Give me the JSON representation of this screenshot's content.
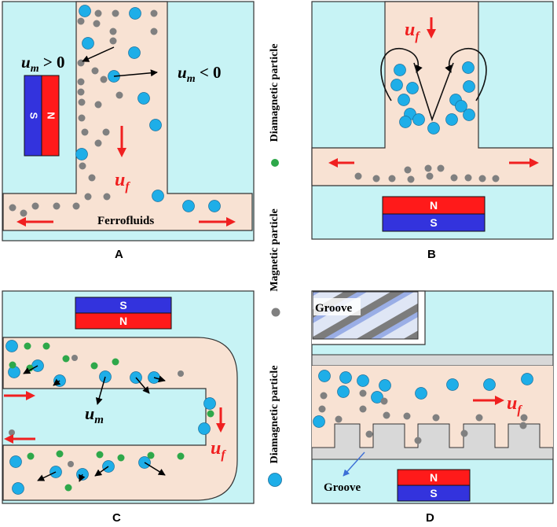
{
  "panels": {
    "A": {
      "label": "A",
      "um_pos": "u",
      "um_pos_sub": "m",
      "um_pos_rel": " > 0",
      "um_neg": "u",
      "um_neg_sub": "m",
      "um_neg_rel": " < 0",
      "magnet_s": "S",
      "magnet_n": "N",
      "uf": "u",
      "uf_sub": "f",
      "ferrofluids": "Ferrofluids"
    },
    "B": {
      "label": "B",
      "uf": "u",
      "uf_sub": "f",
      "magnet_n": "N",
      "magnet_s": "S"
    },
    "C": {
      "label": "C",
      "magnet_s": "S",
      "magnet_n": "N",
      "um": "u",
      "um_sub": "m",
      "uf": "u",
      "uf_sub": "f"
    },
    "D": {
      "label": "D",
      "groove_top": "Groove",
      "groove_bottom": "Groove",
      "uf": "u",
      "uf_sub": "f",
      "magnet_n": "N",
      "magnet_s": "S"
    }
  },
  "legend": {
    "items": [
      {
        "text": "Diamagnetic particle",
        "icon": "green-dot-icon"
      },
      {
        "text": "Magnetic particle",
        "icon": "gray-dot-icon"
      },
      {
        "text": "Diamagnetic particle",
        "icon": "blue-dot-icon"
      }
    ]
  },
  "colors": {
    "channel": "#c7f3f5",
    "fluid": "#f8e2d3",
    "diamagnetic_blue": "#1eaee8",
    "magnetic_gray": "#808080",
    "diamagnetic_green": "#2ea84a",
    "magnet_red": "#ff1a1a",
    "magnet_blue": "#3333dd",
    "arrow_red": "#f02020"
  }
}
